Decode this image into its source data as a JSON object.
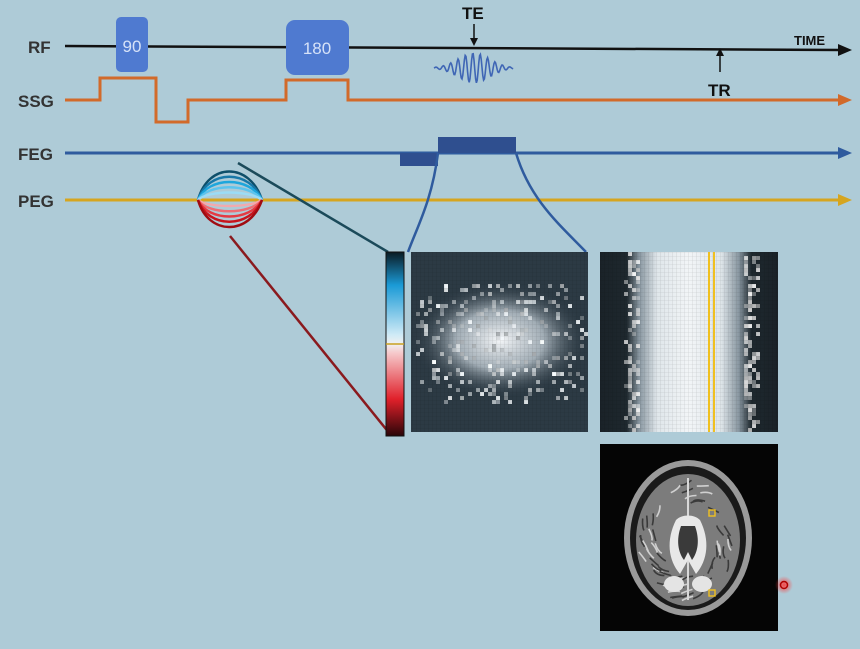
{
  "rows": {
    "rf": "RF",
    "ssg": "SSG",
    "feg": "FEG",
    "peg": "PEG"
  },
  "pulses": {
    "p90": "90",
    "p180": "180"
  },
  "markers": {
    "te": "TE",
    "tr": "TR",
    "time": "TIME"
  },
  "colors": {
    "background": "#aecbd7",
    "rf_line": "#111111",
    "ssg_line": "#d26a2a",
    "feg_line": "#2f5b9e",
    "peg_line": "#d6a51f",
    "pulse_box": "#4f7ad0",
    "echo": "#3f66b5",
    "phase_positive": "#1ea6dc",
    "phase_negative": "#e0202a",
    "readout_box": "#2f4f8f",
    "kspace_line": "#f0c020"
  },
  "icons": {
    "pointer": "red-dot-icon",
    "arrowhead": "arrowhead-icon"
  }
}
